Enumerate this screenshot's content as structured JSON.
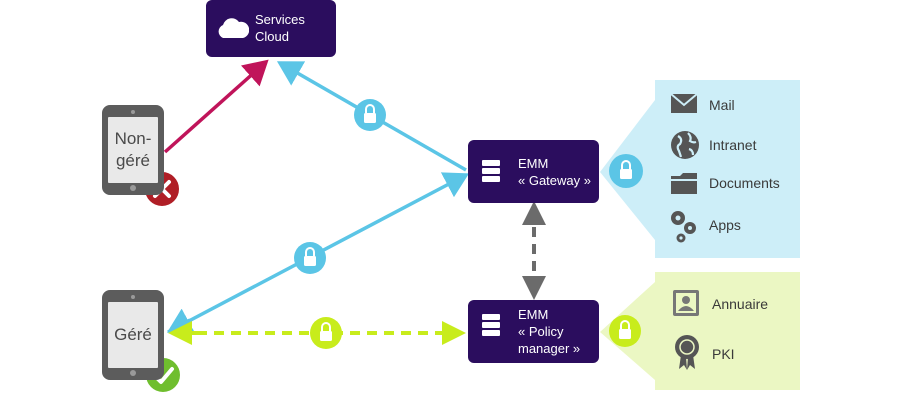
{
  "colors": {
    "node_fill": "#2b0d5e",
    "cloud_arrow": "#5bc5e6",
    "unmanaged_arrow": "#c0145a",
    "managed_dashed": "#c8ec1c",
    "internal_dashed": "#6b6b6b",
    "services_panel": "#cdeef8",
    "directory_panel": "#ebf7c3",
    "reject": "#b01e26",
    "accept": "#6fbe2e"
  },
  "nodes": {
    "cloud": {
      "line1": "Services",
      "line2": "Cloud",
      "icon": "cloud-icon"
    },
    "gateway": {
      "line1": "EMM",
      "line2": "« Gateway »",
      "icon": "server-icon"
    },
    "policy": {
      "line1": "EMM",
      "line2": "« Policy",
      "line3": "manager »",
      "icon": "server-icon"
    }
  },
  "devices": {
    "unmanaged": {
      "line1": "Non-",
      "line2": "géré",
      "status": "rejected",
      "status_icon": "x-icon"
    },
    "managed": {
      "line1": "Géré",
      "status": "accepted",
      "status_icon": "check-icon"
    }
  },
  "services": [
    {
      "label": "Mail",
      "icon": "mail-icon"
    },
    {
      "label": "Intranet",
      "icon": "globe-icon"
    },
    {
      "label": "Documents",
      "icon": "folder-icon"
    },
    {
      "label": "Apps",
      "icon": "gears-icon"
    }
  ],
  "directory": [
    {
      "label": "Annuaire",
      "icon": "contact-card-icon"
    },
    {
      "label": "PKI",
      "icon": "certificate-icon"
    }
  ]
}
